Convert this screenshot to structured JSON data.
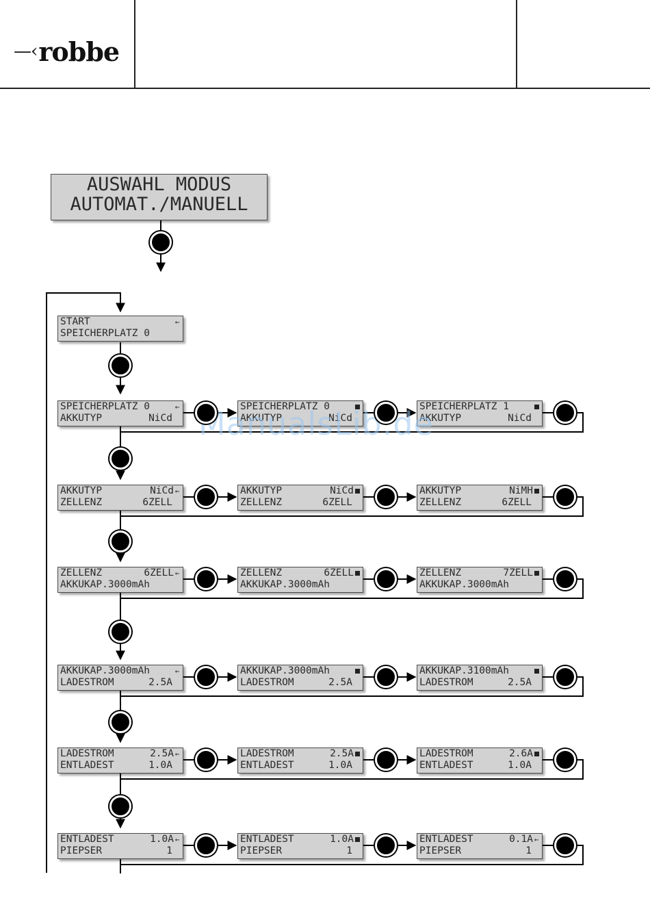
{
  "header": {
    "logo_text": "robbe"
  },
  "watermark": "ManualsLib.de",
  "title_display": {
    "line1": "AUSWAHL MODUS",
    "line2": "AUTOMAT./MANUELL"
  },
  "start_display": {
    "left1": "START",
    "ind1": "arrow",
    "left2": "SPEICHERPLATZ 0"
  },
  "rows": [
    [
      {
        "l1": "SPEICHERPLATZ 0",
        "r1": "",
        "i1": "arrow",
        "l2": "AKKUTYP",
        "r2": "NiCd"
      },
      {
        "l1": "SPEICHERPLATZ 0",
        "r1": "",
        "i1": "square",
        "l2": "AKKUTYP",
        "r2": "NiCd"
      },
      {
        "l1": "SPEICHERPLATZ 1",
        "r1": "",
        "i1": "square",
        "l2": "AKKUTYP",
        "r2": "NiCd"
      }
    ],
    [
      {
        "l1": "AKKUTYP",
        "r1": "NiCd",
        "i1": "arrow",
        "l2": "ZELLENZ",
        "r2": "6ZELL"
      },
      {
        "l1": "AKKUTYP",
        "r1": "NiCd",
        "i1": "square",
        "l2": "ZELLENZ",
        "r2": "6ZELL"
      },
      {
        "l1": "AKKUTYP",
        "r1": "NiMH",
        "i1": "square",
        "l2": "ZELLENZ",
        "r2": "6ZELL"
      }
    ],
    [
      {
        "l1": "ZELLENZ",
        "r1": "6ZELL",
        "i1": "arrow",
        "l2": "AKKUKAP.3000mAh",
        "r2": ""
      },
      {
        "l1": "ZELLENZ",
        "r1": "6ZELL",
        "i1": "square",
        "l2": "AKKUKAP.3000mAh",
        "r2": ""
      },
      {
        "l1": "ZELLENZ",
        "r1": "7ZELL",
        "i1": "square",
        "l2": "AKKUKAP.3000mAh",
        "r2": ""
      }
    ],
    [
      {
        "l1": "AKKUKAP.3000mAh",
        "r1": "",
        "i1": "arrow",
        "l2": "LADESTROM",
        "r2": "2.5A"
      },
      {
        "l1": "AKKUKAP.3000mAh",
        "r1": "",
        "i1": "square",
        "l2": "LADESTROM",
        "r2": "2.5A"
      },
      {
        "l1": "AKKUKAP.3100mAh",
        "r1": "",
        "i1": "square",
        "l2": "LADESTROM",
        "r2": "2.5A"
      }
    ],
    [
      {
        "l1": "LADESTROM",
        "r1": "2.5A",
        "i1": "arrow",
        "l2": "ENTLADEST",
        "r2": "1.0A"
      },
      {
        "l1": "LADESTROM",
        "r1": "2.5A",
        "i1": "square",
        "l2": "ENTLADEST",
        "r2": "1.0A"
      },
      {
        "l1": "LADESTROM",
        "r1": "2.6A",
        "i1": "square",
        "l2": "ENTLADEST",
        "r2": "1.0A"
      }
    ],
    [
      {
        "l1": "ENTLADEST",
        "r1": "1.0A",
        "i1": "arrow",
        "l2": "PIEPSER",
        "r2": "1"
      },
      {
        "l1": "ENTLADEST",
        "r1": "1.0A",
        "i1": "square",
        "l2": "PIEPSER",
        "r2": "1"
      },
      {
        "l1": "ENTLADEST",
        "r1": "0.1A",
        "i1": "arrow",
        "l2": "PIEPSER",
        "r2": "1"
      }
    ]
  ]
}
